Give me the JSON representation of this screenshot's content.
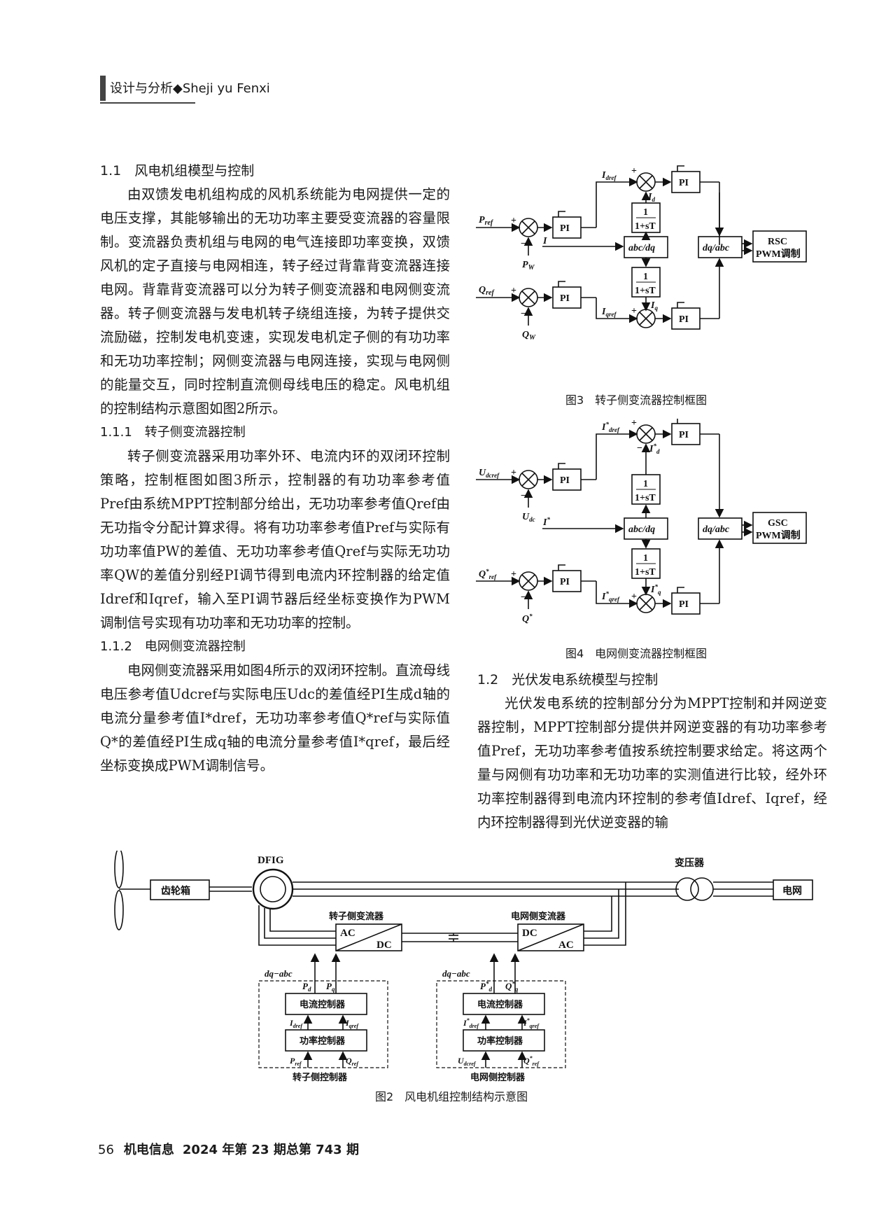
{
  "header": {
    "section": "设计与分析◆Sheji yu Fenxi"
  },
  "left_column": {
    "h_1_1": "1.1　风电机组模型与控制",
    "p1": "由双馈发电机组构成的风机系统能为电网提供一定的电压支撑，其能够输出的无功功率主要受变流器的容量限制。变流器负责机组与电网的电气连接即功率变换，双馈风机的定子直接与电网相连，转子经过背靠背变流器连接电网。背靠背变流器可以分为转子侧变流器和电网侧变流器。转子侧变流器与发电机转子绕组连接，为转子提供交流励磁，控制发电机变速，实现发电机定子侧的有功功率和无功功率控制；网侧变流器与电网连接，实现与电网侧的能量交互，同时控制直流侧母线电压的稳定。风电机组的控制结构示意图如图2所示。",
    "h_1_1_1": "1.1.1　转子侧变流器控制",
    "p2": "转子侧变流器采用功率外环、电流内环的双闭环控制策略，控制框图如图3所示，控制器的有功功率参考值Pref由系统MPPT控制部分给出，无功功率参考值Qref由无功指令分配计算求得。将有功功率参考值Pref与实际有功功率值PW的差值、无功功率参考值Qref与实际无功功率QW的差值分别经PI调节得到电流内环控制器的给定值Idref和Iqref，输入至PI调节器后经坐标变换作为PWM调制信号实现有功功率和无功功率的控制。",
    "h_1_1_2": "1.1.2　电网侧变流器控制",
    "p3": "电网侧变流器采用如图4所示的双闭环控制。直流母线电压参考值Udcref与实际电压Udc的差值经PI生成d轴的电流分量参考值I*dref，无功功率参考值Q*ref与实际值Q*的差值经PI生成q轴的电流分量参考值I*qref，最后经坐标变换成PWM调制信号。"
  },
  "right_column": {
    "h_1_2": "1.2　光伏发电系统模型与控制",
    "p4": "光伏发电系统的控制部分分为MPPT控制和并网逆变器控制，MPPT控制部分提供并网逆变器的有功功率参考值Pref，无功功率参考值按系统控制要求给定。将这两个量与网侧有功功率和无功功率的实测值进行比较，经外环功率控制器得到电流内环控制的参考值Idref、Iqref，经内环控制器得到光伏逆变器的输"
  },
  "fig3": {
    "caption": "图3　转子侧变流器控制框图",
    "pi": "PI",
    "filter_num": "1",
    "filter_den": "1+sT",
    "abc_dq": "abc/dq",
    "dq_abc": "dq/abc",
    "out1": "RSC",
    "out2": "PWM调制",
    "in_p": "P",
    "in_p_sub": "ref",
    "fb_p": "P",
    "fb_p_sub": "W",
    "in_q": "Q",
    "in_q_sub": "ref",
    "fb_q": "Q",
    "fb_q_sub": "W",
    "in_i": "I",
    "idref": "I",
    "idref_sub": "dref",
    "iqref": "I",
    "iqref_sub": "qref",
    "id": "I",
    "id_sub": "d",
    "iq": "I",
    "iq_sub": "q",
    "plus": "+",
    "minus": "−"
  },
  "fig4": {
    "caption": "图4　电网侧变流器控制框图",
    "pi": "PI",
    "filter_num": "1",
    "filter_den": "1+sT",
    "abc_dq": "abc/dq",
    "dq_abc": "dq/abc",
    "out1": "GSC",
    "out2": "PWM调制",
    "in_u": "U",
    "in_u_sub": "dcref",
    "fb_u": "U",
    "fb_u_sub": "dc",
    "in_q": "Q",
    "in_q_sup": "*",
    "in_q_sub": "ref",
    "fb_q": "Q",
    "fb_q_sup": "*",
    "in_i": "I",
    "in_i_sup": "*",
    "idref": "I",
    "idref_sup": "*",
    "idref_sub": "dref",
    "iqref": "I",
    "iqref_sup": "*",
    "iqref_sub": "qref",
    "id": "I",
    "id_sup": "*",
    "id_sub": "d",
    "iq": "I",
    "iq_sup": "*",
    "iq_sub": "q",
    "plus": "+",
    "minus": "−"
  },
  "fig2": {
    "caption": "图2　风电机组控制结构示意图",
    "gearbox": "齿轮箱",
    "dfig": "DFIG",
    "transformer": "变压器",
    "grid": "电网",
    "rsc_title": "转子侧变流器",
    "gsc_title": "电网侧变流器",
    "ac": "AC",
    "dc": "DC",
    "dq_abc": "dq−abc",
    "current_ctrl": "电流控制器",
    "power_ctrl": "功率控制器",
    "rotor_ctrl": "转子侧控制器",
    "grid_ctrl": "电网侧控制器",
    "pd": "P",
    "pd_sub": "d",
    "pq": "P",
    "pq_sub": "q",
    "idref": "I",
    "idref_sub": "dref",
    "iqref": "I",
    "iqref_sub": "qref",
    "pref": "P",
    "pref_sub": "ref",
    "qref": "Q",
    "qref_sub": "ref",
    "g_pd": "P",
    "g_pd_sup": "*",
    "g_pd_sub": "d",
    "g_q": "Q",
    "g_q_sup": "*",
    "g_q_sub": "q",
    "g_idref": "I",
    "g_idref_sup": "*",
    "g_idref_sub": "dref",
    "g_iqref": "I",
    "g_iqref_sup": "*",
    "g_iqref_sub": "qref",
    "g_udc": "U",
    "g_udc_sub": "dcref",
    "g_qref": "Q",
    "g_qref_sup": "*",
    "g_qref_sub": "ref"
  },
  "footer": {
    "page": "56",
    "journal": "机电信息",
    "issue": "2024 年第 23 期总第 743 期"
  }
}
